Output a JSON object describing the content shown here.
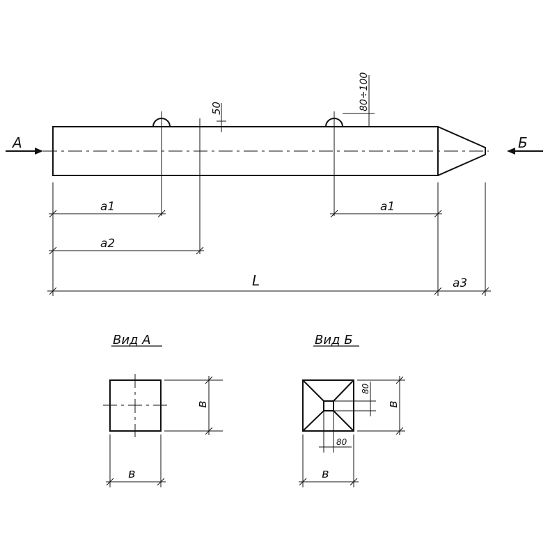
{
  "view_direction_a": "А",
  "view_direction_b": "Б",
  "dimensions": {
    "a1_left": "a1",
    "a1_right": "a1",
    "a2": "a2",
    "a3": "a3",
    "length": "L",
    "loop_offset": "50",
    "loop_height": "80÷100",
    "side_a": "в",
    "side_b_horizontal": "в",
    "side_b_vertical": "в",
    "tip_horizontal": "80",
    "tip_vertical": "80"
  },
  "views": {
    "view_a_title": "Вид А",
    "view_b_title": "Вид Б"
  }
}
